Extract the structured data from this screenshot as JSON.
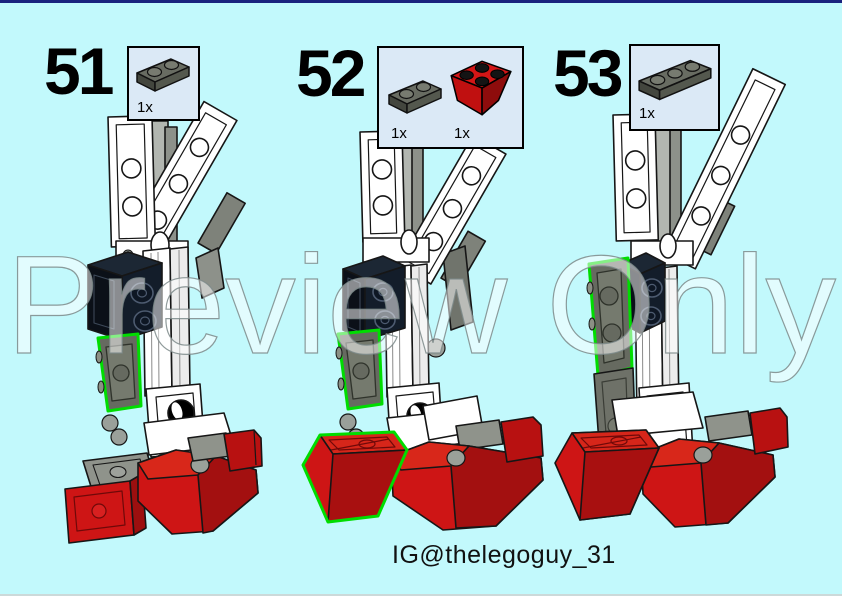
{
  "page": {
    "background_color": "#c2f9fc",
    "top_border_color": "#1a237e",
    "bottom_border_color": "#ccd9d9"
  },
  "watermark": {
    "text": "Preview Only"
  },
  "footer": {
    "credit": "IG@thelegoguy_31"
  },
  "callout": {
    "background_color": "#dbe9f6",
    "border_color": "#000000"
  },
  "highlight_color": "#00dd00",
  "steps": [
    {
      "number": "51",
      "parts": [
        {
          "name": "plate-1x2",
          "color_name": "dark-gray",
          "color": "#686c62",
          "count": "1x"
        }
      ]
    },
    {
      "number": "52",
      "parts": [
        {
          "name": "plate-1x2",
          "color_name": "dark-gray",
          "color": "#686c62",
          "count": "1x"
        },
        {
          "name": "slope-inverted-2x2",
          "color_name": "red",
          "color": "#d31616",
          "count": "1x"
        }
      ]
    },
    {
      "number": "53",
      "parts": [
        {
          "name": "plate-1x3",
          "color_name": "dark-gray",
          "color": "#686c62",
          "count": "1x"
        }
      ]
    }
  ]
}
